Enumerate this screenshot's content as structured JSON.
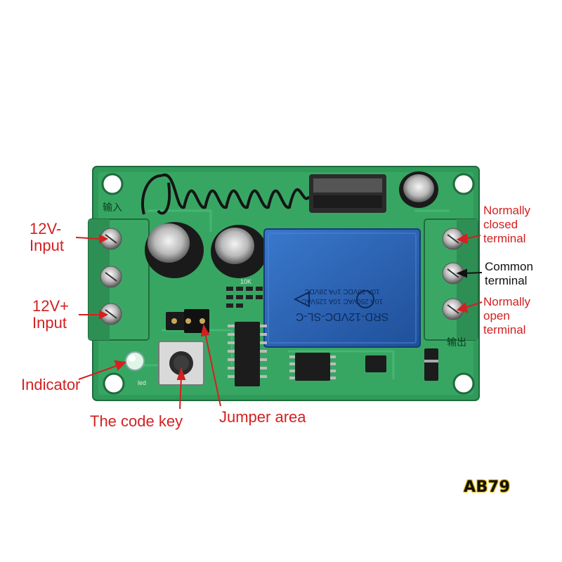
{
  "colors": {
    "pcb": "#2f9a5a",
    "relay": "#2a64b8",
    "terminal": "#3aa864",
    "label_red": "#d42020",
    "label_black": "#111111"
  },
  "labels": {
    "left": {
      "v_minus_line1": "12V-",
      "v_minus_line2": "Input",
      "v_plus_line1": "12V+",
      "v_plus_line2": "Input",
      "indicator": "Indicator"
    },
    "bottom": {
      "code_key": "The code key",
      "jumper": "Jumper area"
    },
    "right": {
      "nc_line1": "Normally",
      "nc_line2": "closed",
      "nc_line3": "terminal",
      "com_line1": "Common",
      "com_line2": "terminal",
      "no_line1": "Normally",
      "no_line2": "open",
      "no_line3": "terminal"
    }
  },
  "relay_text": {
    "model": "SRD-12VDC-SL-C",
    "line1": "10A 250VAC  10A 125VAC",
    "line2": "10A 30VDC   10A 28VDC"
  },
  "board_text": {
    "input_cn": "输入",
    "output_cn": "输出",
    "led": "led",
    "r10k": "10K"
  },
  "brand_mark": "AB79"
}
